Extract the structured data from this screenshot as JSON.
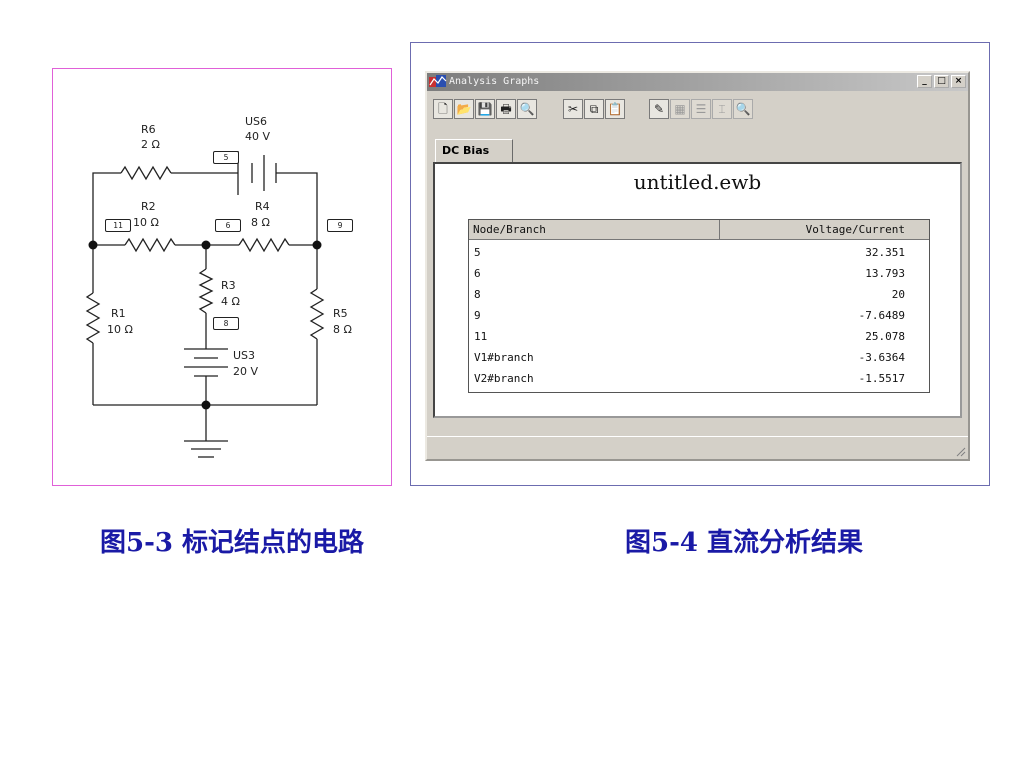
{
  "circuit": {
    "components": [
      {
        "name": "R6",
        "value": "2 Ω"
      },
      {
        "name": "US6",
        "value": "40 V"
      },
      {
        "name": "R2",
        "value": "10 Ω"
      },
      {
        "name": "R4",
        "value": "8 Ω"
      },
      {
        "name": "R3",
        "value": "4 Ω"
      },
      {
        "name": "R1",
        "value": "10 Ω"
      },
      {
        "name": "R5",
        "value": "8 Ω"
      },
      {
        "name": "US3",
        "value": "20 V"
      }
    ],
    "node_tags": [
      "5",
      "11",
      "6",
      "9",
      "8"
    ]
  },
  "window": {
    "title": "Analysis Graphs",
    "controls": [
      "_",
      "□",
      "×"
    ],
    "toolbar_icons": [
      "new-icon",
      "open-icon",
      "save-icon",
      "print-icon",
      "print-preview-icon",
      "cut-icon",
      "copy-icon",
      "paste-icon",
      "properties-icon",
      "grid-icon",
      "legend-icon",
      "cursor-icon",
      "zoom-icon"
    ],
    "toolbar_glyphs": [
      "🗋",
      "📂",
      "💾",
      "🖶",
      "🔍",
      "✂",
      "⧉",
      "📋",
      "✎",
      "▦",
      "☰",
      "⌶",
      "🔍"
    ],
    "tab_label": "DC Bias",
    "document_title": "untitled.ewb",
    "table": {
      "headers": [
        "Node/Branch",
        "Voltage/Current"
      ],
      "rows": [
        [
          "5",
          "32.351"
        ],
        [
          "6",
          "13.793"
        ],
        [
          "8",
          "20"
        ],
        [
          "9",
          "-7.6489"
        ],
        [
          "11",
          "25.078"
        ],
        [
          "V1#branch",
          "-3.6364"
        ],
        [
          "V2#branch",
          "-1.5517"
        ]
      ]
    }
  },
  "captions": {
    "left": "图5-3  标记结点的电路",
    "right": "图5-4  直流分析结果"
  },
  "colors": {
    "caption": "#1a1aa6",
    "circuit_frame": "#e060d8",
    "screenshot_frame": "#6c6cb0"
  }
}
